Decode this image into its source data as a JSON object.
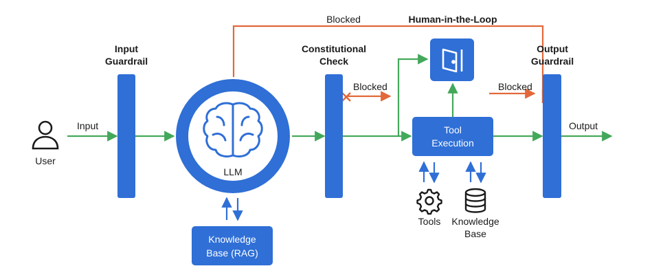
{
  "title": "Human-in-the-Loop",
  "nodes": {
    "user": "User",
    "input_guardrail": [
      "Input",
      "Guardrail"
    ],
    "llm": "LLM",
    "knowledge_base_rag": [
      "Knowledge",
      "Base (RAG)"
    ],
    "constitutional_check": [
      "Constitutional",
      "Check"
    ],
    "tool_execution": [
      "Tool",
      "Execution"
    ],
    "tools": "Tools",
    "knowledge_base": [
      "Knowledge",
      "Base"
    ],
    "output_guardrail": [
      "Output",
      "Guardrail"
    ]
  },
  "edges": {
    "input": "Input",
    "output": "Output",
    "blocked_top": "Blocked",
    "blocked_check": "Blocked",
    "blocked_output": "Blocked"
  },
  "colors": {
    "blue": "#2f6fd6",
    "green": "#43a85a",
    "orange": "#e2683a",
    "text": "#1a1a1a"
  },
  "icons": [
    "user-icon",
    "brain-icon",
    "door-exit-icon",
    "gear-icon",
    "database-icon"
  ]
}
